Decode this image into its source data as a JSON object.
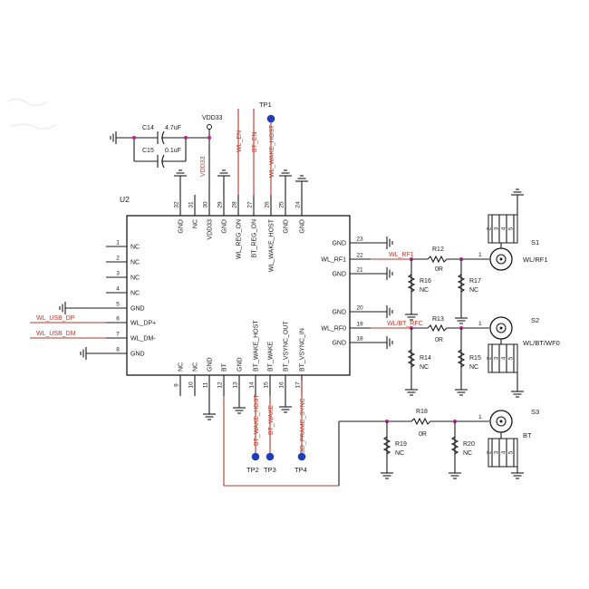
{
  "chip": {
    "ref": "U2",
    "left_pins": [
      {
        "num": "1",
        "name": "NC"
      },
      {
        "num": "2",
        "name": "NC"
      },
      {
        "num": "3",
        "name": "NC"
      },
      {
        "num": "4",
        "name": "NC"
      },
      {
        "num": "5",
        "name": "GND"
      },
      {
        "num": "6",
        "name": "WL_DP+"
      },
      {
        "num": "7",
        "name": "WL_DM-"
      },
      {
        "num": "8",
        "name": "GND"
      }
    ],
    "right_pins": [
      {
        "num": "23",
        "name": "GND"
      },
      {
        "num": "22",
        "name": "WL_RF1"
      },
      {
        "num": "21",
        "name": "GND"
      },
      {
        "num": "20",
        "name": "GND"
      },
      {
        "num": "19",
        "name": "WL_RF0"
      },
      {
        "num": "18",
        "name": "GND"
      }
    ],
    "top_pins": [
      {
        "num": "32",
        "name": "GND"
      },
      {
        "num": "31",
        "name": "NC"
      },
      {
        "num": "30",
        "name": "VDD33"
      },
      {
        "num": "29",
        "name": "GND"
      },
      {
        "num": "28",
        "name": "WL_REG_ON"
      },
      {
        "num": "27",
        "name": "BT_REG_ON"
      },
      {
        "num": "26",
        "name": "WL_WAKE_HOST"
      },
      {
        "num": "25",
        "name": "GND"
      },
      {
        "num": "24",
        "name": "GND"
      }
    ],
    "bottom_pins": [
      {
        "num": "9",
        "name": "NC"
      },
      {
        "num": "10",
        "name": "NC"
      },
      {
        "num": "11",
        "name": "GND"
      },
      {
        "num": "12",
        "name": "BT"
      },
      {
        "num": "13",
        "name": "GND"
      },
      {
        "num": "14",
        "name": "BT_WAKE_HOST"
      },
      {
        "num": "15",
        "name": "BT_WAKE"
      },
      {
        "num": "16",
        "name": "BT_VSYNC_OUT"
      },
      {
        "num": "17",
        "name": "BT_VSYNC_IN"
      }
    ]
  },
  "nets": {
    "wl_usb_dp": "WL_USB_DP",
    "wl_usb_dm": "WL_USB_DM",
    "vdd33_top": "VDD33",
    "vdd33_vertical": "VDD33",
    "wl_en": "WL_EN",
    "bt_en": "BT_EN",
    "wl_wake_host": "WL_WAKE_HOST",
    "wl_rf1": "WL_RF1",
    "wl_bt_rfc": "WL/BT_RFC",
    "bt_wake_host": "BT_WAKE_HOST",
    "bt_wake": "BT_WAKE",
    "frame_sync": "3D_FRAME_SYNC"
  },
  "caps": [
    {
      "ref": "C14",
      "value": "4.7uF"
    },
    {
      "ref": "C15",
      "value": "0.1uF"
    }
  ],
  "resistors": {
    "r12": {
      "ref": "R12",
      "value": "0R"
    },
    "r13": {
      "ref": "R13",
      "value": "0R"
    },
    "r18": {
      "ref": "R18",
      "value": "0R"
    },
    "r16": {
      "ref": "R16",
      "value": "NC"
    },
    "r17": {
      "ref": "R17",
      "value": "NC"
    },
    "r14": {
      "ref": "R14",
      "value": "NC"
    },
    "r15": {
      "ref": "R15",
      "value": "NC"
    },
    "r19": {
      "ref": "R19",
      "value": "NC"
    },
    "r20": {
      "ref": "R20",
      "value": "NC"
    }
  },
  "test_points": {
    "tp1": "TP1",
    "tp2": "TP2",
    "tp3": "TP3",
    "tp4": "TP4"
  },
  "connectors": [
    {
      "ref": "S1",
      "name": "WL/RF1",
      "pin1": "1",
      "side_pins": [
        "2",
        "3",
        "4",
        "5"
      ]
    },
    {
      "ref": "S2",
      "name": "WL/BT/WF0",
      "pin1": "1",
      "side_pins": [
        "2",
        "3",
        "4",
        "5"
      ]
    },
    {
      "ref": "S3",
      "name": "BT",
      "pin1": "1",
      "side_pins": [
        "2",
        "3",
        "4",
        "5"
      ]
    }
  ],
  "colors": {
    "wire": "#1a1a1a",
    "net_label": "#c0392b",
    "junction": "#b5238f",
    "test_point": "#1f3fb8"
  }
}
